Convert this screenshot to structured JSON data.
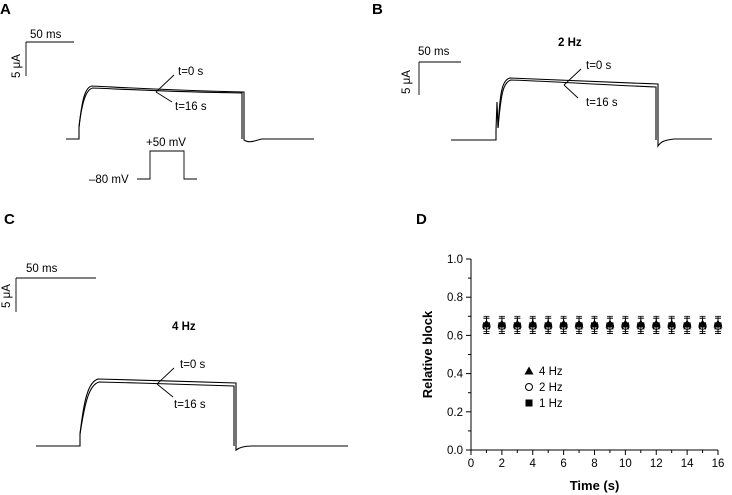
{
  "panels": {
    "a": {
      "letter": "A",
      "scale_time": "50 ms",
      "scale_current": "5 μA",
      "label_t0": "t=0 s",
      "label_t16": "t=16 s",
      "protocol_high": "+50 mV",
      "protocol_low": "–80 mV"
    },
    "b": {
      "letter": "B",
      "freq": "2 Hz",
      "scale_time": "50 ms",
      "scale_current": "5 μA",
      "label_t0": "t=0 s",
      "label_t16": "t=16 s"
    },
    "c": {
      "letter": "C",
      "freq": "4 Hz",
      "scale_time": "50 ms",
      "scale_current": "5 μA",
      "label_t0": "t=0 s",
      "label_t16": "t=16 s"
    },
    "d": {
      "letter": "D"
    }
  },
  "chart_data": {
    "type": "scatter",
    "xlabel": "Time (s)",
    "ylabel": "Relative block",
    "xlim": [
      0,
      16
    ],
    "ylim": [
      0,
      1.0
    ],
    "xticks": [
      0,
      2,
      4,
      6,
      8,
      10,
      12,
      14,
      16
    ],
    "yticks": [
      0.0,
      0.2,
      0.4,
      0.6,
      0.8,
      1.0
    ],
    "x": [
      1,
      2,
      3,
      4,
      5,
      6,
      7,
      8,
      9,
      10,
      11,
      12,
      13,
      14,
      15,
      16
    ],
    "series": [
      {
        "name": "4 Hz",
        "marker": "triangle",
        "values": [
          0.66,
          0.66,
          0.66,
          0.66,
          0.66,
          0.66,
          0.66,
          0.66,
          0.66,
          0.66,
          0.66,
          0.66,
          0.66,
          0.66,
          0.66,
          0.66
        ],
        "error": 0.04
      },
      {
        "name": "2 Hz",
        "marker": "open-circle",
        "values": [
          0.65,
          0.65,
          0.65,
          0.65,
          0.65,
          0.65,
          0.65,
          0.65,
          0.65,
          0.65,
          0.65,
          0.65,
          0.65,
          0.65,
          0.65,
          0.65
        ],
        "error": 0.04
      },
      {
        "name": "1 Hz",
        "marker": "square",
        "values": [
          0.65,
          0.65,
          0.65,
          0.65,
          0.65,
          0.65,
          0.65,
          0.65,
          0.65,
          0.65,
          0.65,
          0.65,
          0.65,
          0.65,
          0.65,
          0.65
        ],
        "error": 0.04
      }
    ],
    "legend_position": "lower-left"
  }
}
